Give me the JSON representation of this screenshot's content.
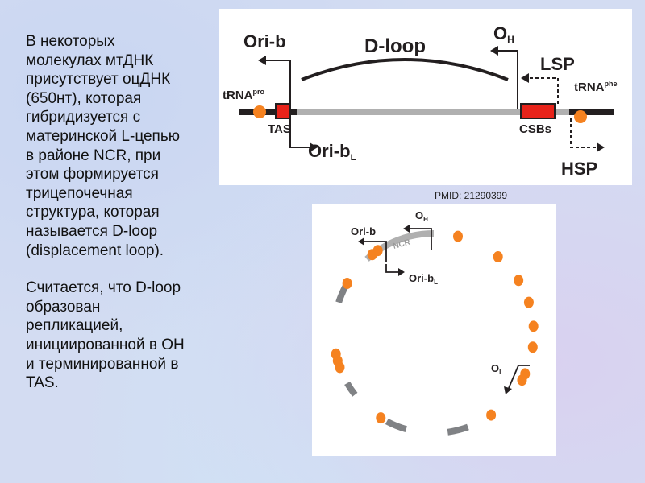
{
  "text": {
    "paragraph1": "В некоторых\nмолекулах мтДНК\nприсутствует оцДНК\n(650нт), которая\nгибридизуется с\nматеринской L-цепью\nв районе NCR, при\nэтом формируется\nтрицепочечная\nструктура, которая\nназывается D-loop\n(displacement loop).",
    "paragraph2": "Считается, что D-loop\nобразован\nрепликацией,\nинициированной в ОН\nи терминированной в\nTAS."
  },
  "linear_diagram": {
    "ori_b": "Ori-b",
    "d_loop": "D-loop",
    "oh_main": "O",
    "oh_sub": "H",
    "lsp": "LSP",
    "trna_pro_main": "tRNA",
    "trna_pro_sup": "pro",
    "trna_phe_main": "tRNA",
    "trna_phe_sup": "phe",
    "tas": "TAS",
    "csbs": "CSBs",
    "ori_bl_main": "Ori-b",
    "ori_bl_sub": "L",
    "hsp": "HSP"
  },
  "reference": "PMID: 21290399",
  "circular_diagram": {
    "oh_main": "O",
    "oh_sub": "H",
    "ori_b": "Ori-b",
    "ncr": "NCR",
    "ori_bl_main": "Ori-b",
    "ori_bl_sub": "L",
    "ol_main": "O",
    "ol_sub": "L"
  },
  "colors": {
    "dna_strand": "#231f20",
    "ncr_gray": "#b0b0b0",
    "region_gray": "#808285",
    "marker_orange": "#f58220",
    "box_red": "#e8231a"
  }
}
